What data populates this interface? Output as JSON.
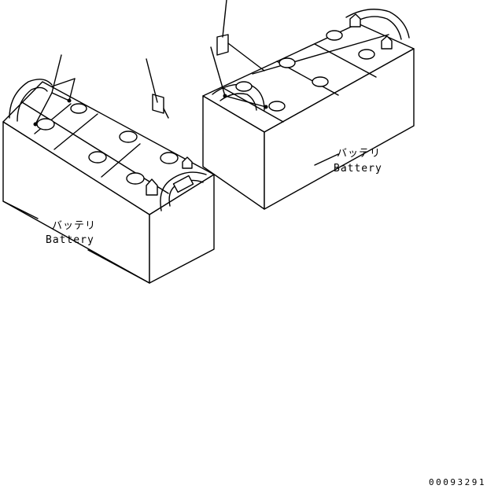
{
  "labels": {
    "battery_left_jp": "バッテリ",
    "battery_left_en": "Battery",
    "battery_right_jp": "バッテリ",
    "battery_right_en": "Battery"
  },
  "drawing_code": "00093291"
}
